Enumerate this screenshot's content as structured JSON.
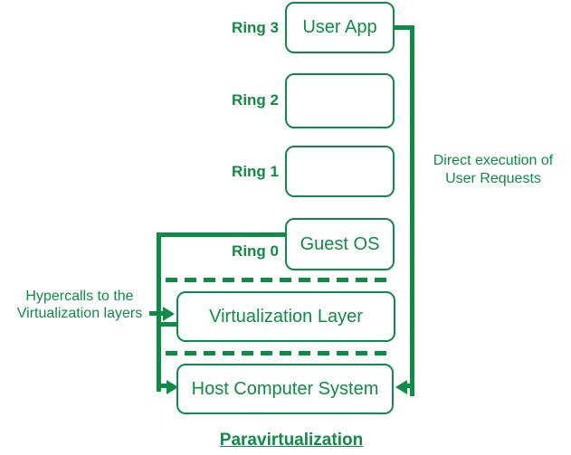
{
  "diagram": {
    "title": "Paravirtualization",
    "accent_green": "#0e8c46",
    "rings": [
      {
        "label": "Ring 3",
        "box_text": "User App"
      },
      {
        "label": "Ring 2",
        "box_text": ""
      },
      {
        "label": "Ring 1",
        "box_text": ""
      },
      {
        "label": "Ring 0",
        "box_text": "Guest OS"
      }
    ],
    "layers": [
      {
        "label": "Virtualization Layer"
      },
      {
        "label": "Host Computer System"
      }
    ],
    "annotations": {
      "direct_execution": "Direct execution of\nUser Requests",
      "hypercalls": "Hypercalls to the\nVirtualization layers"
    }
  }
}
